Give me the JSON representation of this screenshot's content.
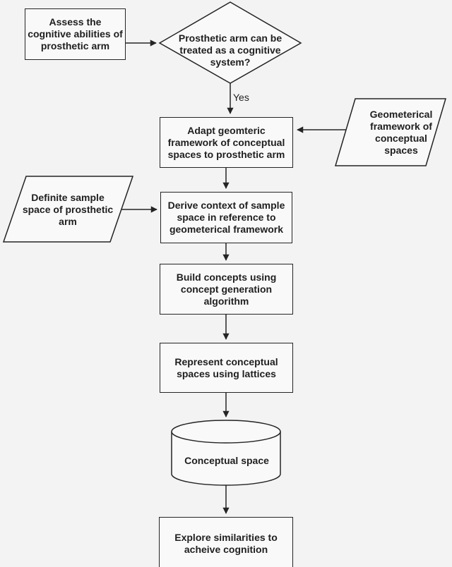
{
  "figure": {
    "type": "flowchart",
    "background_color": "#f3f3f3",
    "shape_fill_color": "#f9f9f9",
    "stroke_color": "#242424",
    "text_color": "#1f1f1f"
  },
  "nodes": {
    "assess": {
      "shape": "rectangle",
      "label": "Assess the\ncognitive abilities of\nprosthetic arm"
    },
    "decision": {
      "shape": "diamond",
      "label": "Prosthetic arm can be\ntreated as a cognitive\nsystem?"
    },
    "adapt": {
      "shape": "rectangle",
      "label": "Adapt geomteric\nframework of conceptual\nspaces to prosthetic arm"
    },
    "framework": {
      "shape": "parallelogram",
      "label": "Geometerical\nframework of\nconceptual\nspaces"
    },
    "sample": {
      "shape": "parallelogram",
      "label": "Definite sample\nspace of prosthetic\narm"
    },
    "derive": {
      "shape": "rectangle",
      "label": "Derive context of sample\nspace in reference to\ngeometerical framework"
    },
    "build": {
      "shape": "rectangle",
      "label": "Build concepts using\nconcept generation\nalgorithm"
    },
    "represent": {
      "shape": "rectangle",
      "label": "Represent conceptual\nspaces using lattices"
    },
    "storage": {
      "shape": "cylinder",
      "label": "Conceptual space"
    },
    "explore": {
      "shape": "rectangle",
      "label": "Explore similarities to\nacheive cognition"
    }
  },
  "edge_labels": {
    "decision_yes": "Yes"
  }
}
